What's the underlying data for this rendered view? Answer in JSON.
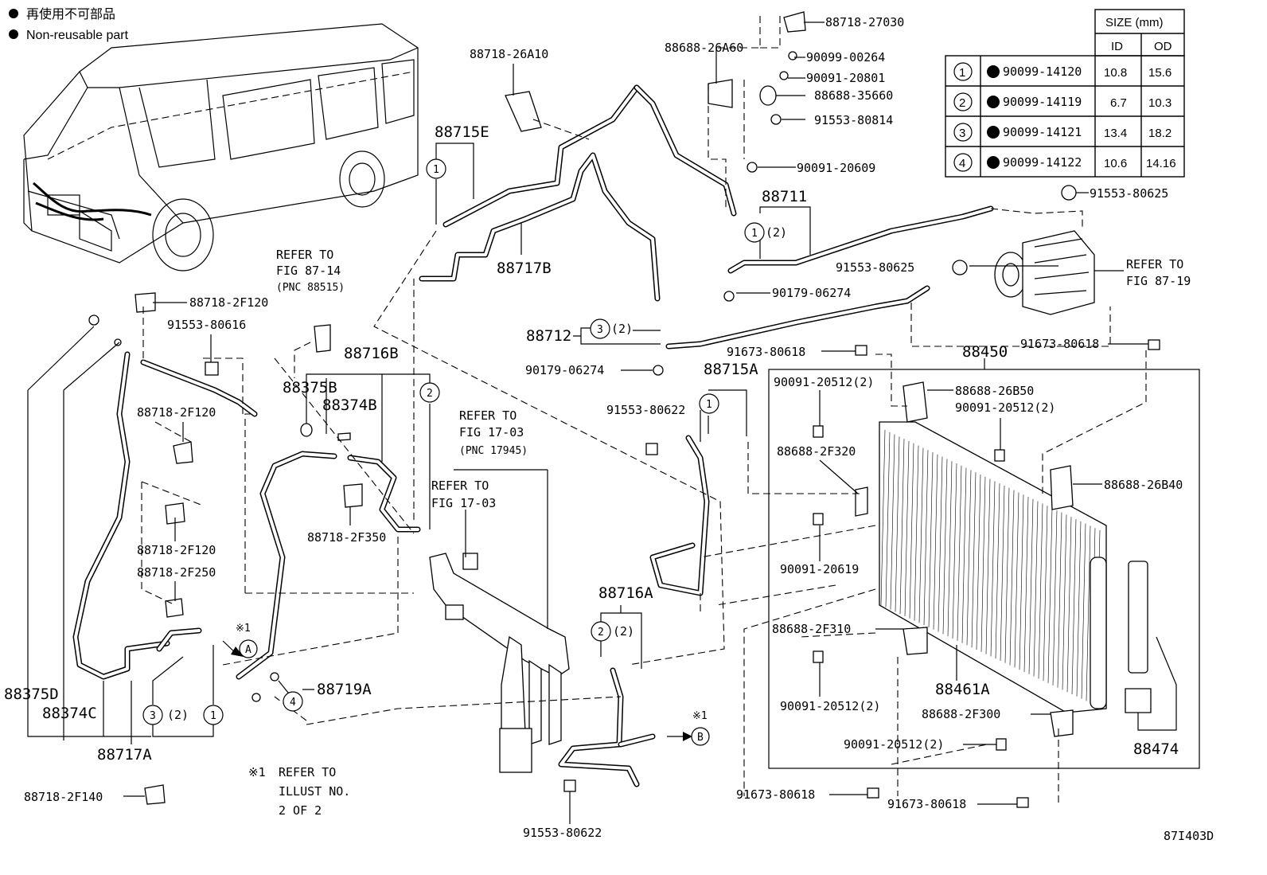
{
  "legend": {
    "jp": "再使用不可部品",
    "en": "Non-reusable part"
  },
  "size_table": {
    "title": "SIZE (mm)",
    "col_id": "ID",
    "col_od": "OD",
    "rows": [
      {
        "num": "1",
        "pn": "90099-14120",
        "id": "10.8",
        "od": "15.6"
      },
      {
        "num": "2",
        "pn": "90099-14119",
        "id": "6.7",
        "od": "10.3"
      },
      {
        "num": "3",
        "pn": "90099-14121",
        "id": "13.4",
        "od": "18.2"
      },
      {
        "num": "4",
        "pn": "90099-14122",
        "id": "10.6",
        "od": "14.16"
      }
    ]
  },
  "labels": {
    "p88718_27030": "88718-27030",
    "p88688_26A60": "88688-26A60",
    "p90099_00264": "90099-00264",
    "p90091_20801": "90091-20801",
    "p88688_35660": "88688-35660",
    "p91553_80814": "91553-80814",
    "p90091_20609": "90091-20609",
    "p88718_26A10": "88718-26A10",
    "p88715E": "88715E",
    "p88717B": "88717B",
    "p88711": "88711",
    "p91553_80625a": "91553-80625",
    "p91553_80625b": "91553-80625",
    "p90179_06274a": "90179-06274",
    "p90179_06274b": "90179-06274",
    "p88712": "88712",
    "p91673_80618a": "91673-80618",
    "p91673_80618b": "91673-80618",
    "p91673_80618c": "91673-80618",
    "p91673_80618d": "91673-80618",
    "p88450": "88450",
    "p88715A": "88715A",
    "p91553_80622a": "91553-80622",
    "p91553_80622b": "91553-80622",
    "p90091_20512a": "90091-20512(2)",
    "p90091_20512b": "90091-20512(2)",
    "p90091_20512c": "90091-20512(2)",
    "p90091_20512d": "90091-20512(2)",
    "p88688_26B50": "88688-26B50",
    "p88688_2F320": "88688-2F320",
    "p88688_26B40": "88688-26B40",
    "p90091_20619": "90091-20619",
    "p88688_2F310": "88688-2F310",
    "p88461A": "88461A",
    "p88688_2F300": "88688-2F300",
    "p88474": "88474",
    "p88718_2F120a": "88718-2F120",
    "p88718_2F120b": "88718-2F120",
    "p88718_2F120c": "88718-2F120",
    "p88718_2F250": "88718-2F250",
    "p91553_80616": "91553-80616",
    "p88716B": "88716B",
    "p88375B": "88375B",
    "p88374B": "88374B",
    "p88718_2F350": "88718-2F350",
    "p88716A": "88716A",
    "p88719A": "88719A",
    "p88375D": "88375D",
    "p88374C": "88374C",
    "p88717A": "88717A",
    "p88718_2F140": "88718-2F140",
    "qty2": "(2)",
    "diagram_id": "87I403D"
  },
  "refer_notes": {
    "fig87_14_a": "REFER TO",
    "fig87_14_b": "FIG 87-14",
    "fig87_14_c": "(PNC 88515)",
    "fig17_03a_a": "REFER TO",
    "fig17_03a_b": "FIG 17-03",
    "fig17_03a_c": "(PNC 17945)",
    "fig17_03b_a": "REFER TO",
    "fig17_03b_b": "FIG 17-03",
    "fig87_19_a": "REFER TO",
    "fig87_19_b": "FIG 87-19"
  },
  "footnote": {
    "mark": "※1",
    "line1": "REFER TO",
    "line2": "ILLUST NO.",
    "line3": "2 OF 2"
  },
  "markers": {
    "A": "A",
    "B": "B",
    "note_ref": "※1",
    "c1": "1",
    "c2": "2",
    "c3": "3",
    "c4": "4"
  }
}
